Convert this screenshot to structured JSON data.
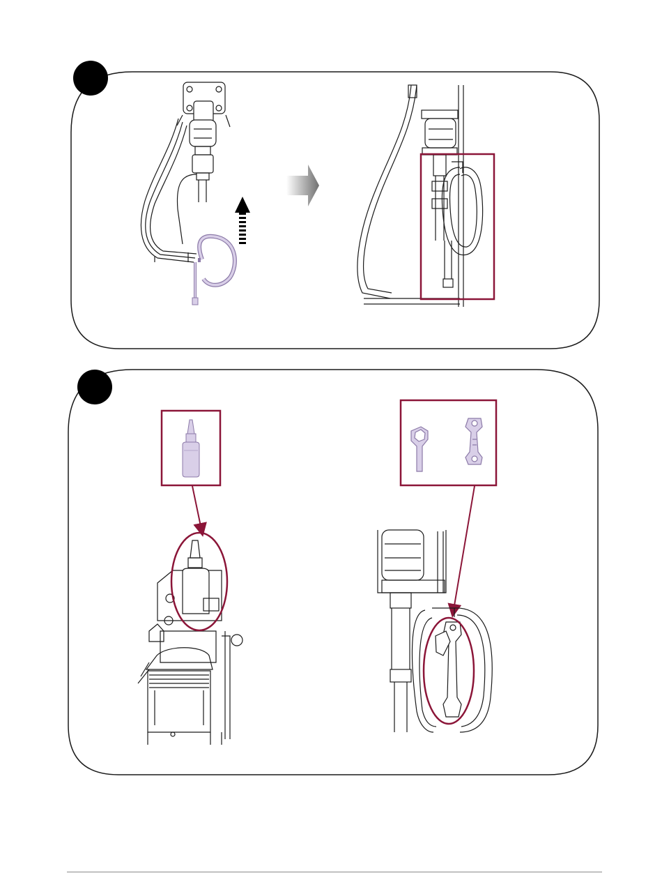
{
  "colors": {
    "outline": "#1a1a1a",
    "highlight": "#8b1538",
    "part_fill": "#d9cfe8",
    "part_stroke": "#8c7aa8",
    "arrow_grey": "#9a9a9a"
  },
  "panels": [
    {
      "step_marker": "filled-black-circle",
      "illustrations": [
        "pump-assembly-before",
        "hose-loop-part",
        "lift-arrow-icon",
        "proceed-arrow-icon",
        "pump-assembly-after",
        "highlight-frame"
      ]
    },
    {
      "step_marker": "filled-black-circle",
      "illustrations": [
        "oil-bottle-icon",
        "wrench-tools-icon",
        "sprayer-unit-oil",
        "pump-with-tool-hanging",
        "highlight-ellipse",
        "pointer-arrow-icon"
      ]
    }
  ]
}
